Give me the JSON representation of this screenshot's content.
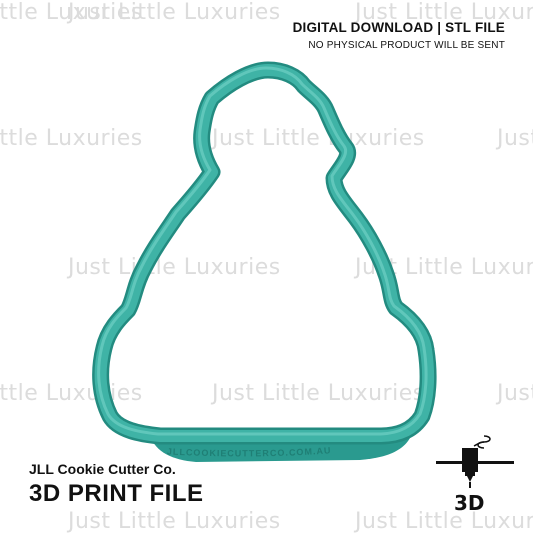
{
  "watermark": {
    "text": "Just Little Luxuries",
    "color": "#dcdcdc"
  },
  "header": {
    "title": "DIGITAL DOWNLOAD | STL FILE",
    "subtitle": "NO PHYSICAL PRODUCT WILL BE SENT"
  },
  "brand": {
    "company": "JLL Cookie Cutter Co.",
    "file_type": "3D PRINT FILE"
  },
  "product": {
    "base_text": "JLLCOOKIECUTTERCO.COM.AU",
    "color": "#3fb3a6",
    "shadow_color": "#238b80"
  },
  "icon": {
    "name": "3d-printer-icon",
    "label": "3D"
  }
}
